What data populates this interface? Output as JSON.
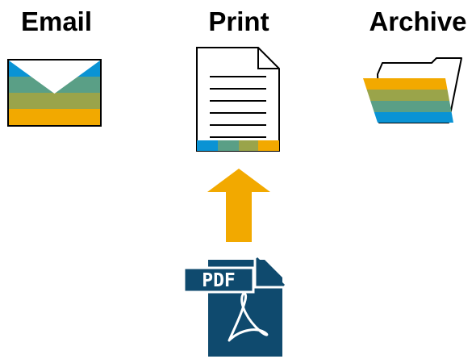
{
  "labels": {
    "email": "Email",
    "print": "Print",
    "archive": "Archive"
  },
  "pdf_badge": "PDF",
  "colors": {
    "blue": "#0a93d4",
    "teal": "#5a9f86",
    "olive": "#9aa44a",
    "gold": "#f2a900",
    "navy": "#0f4a6e",
    "arrow": "#f2a900"
  },
  "icons": {
    "email": "envelope-icon",
    "print": "printed-document-icon",
    "archive": "open-folder-icon",
    "flow": "up-arrow-icon",
    "source": "pdf-file-icon"
  }
}
